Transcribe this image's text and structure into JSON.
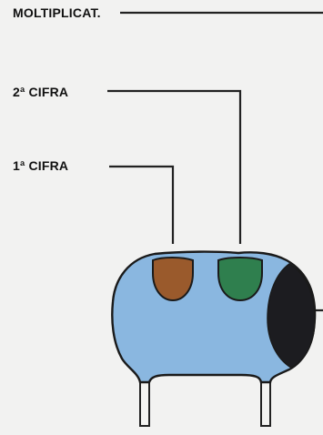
{
  "labels": {
    "multiplier": "MOLTIPLICAT.",
    "second_digit": "2ª CIFRA",
    "first_digit": "1ª CIFRA"
  },
  "colors": {
    "background": "#f2f2f1",
    "body": "#8ab7e0",
    "body_outline": "#1a1a1a",
    "band_first": "#9a5a2c",
    "band_second": "#2f7f4e",
    "band_multiplier": "#1c1c20",
    "leads": "#f4f4f2",
    "callout_lines": "#222222"
  },
  "bands": [
    {
      "position": "first",
      "color_name": "brown"
    },
    {
      "position": "second",
      "color_name": "green"
    },
    {
      "position": "multiplier",
      "color_name": "black"
    }
  ]
}
